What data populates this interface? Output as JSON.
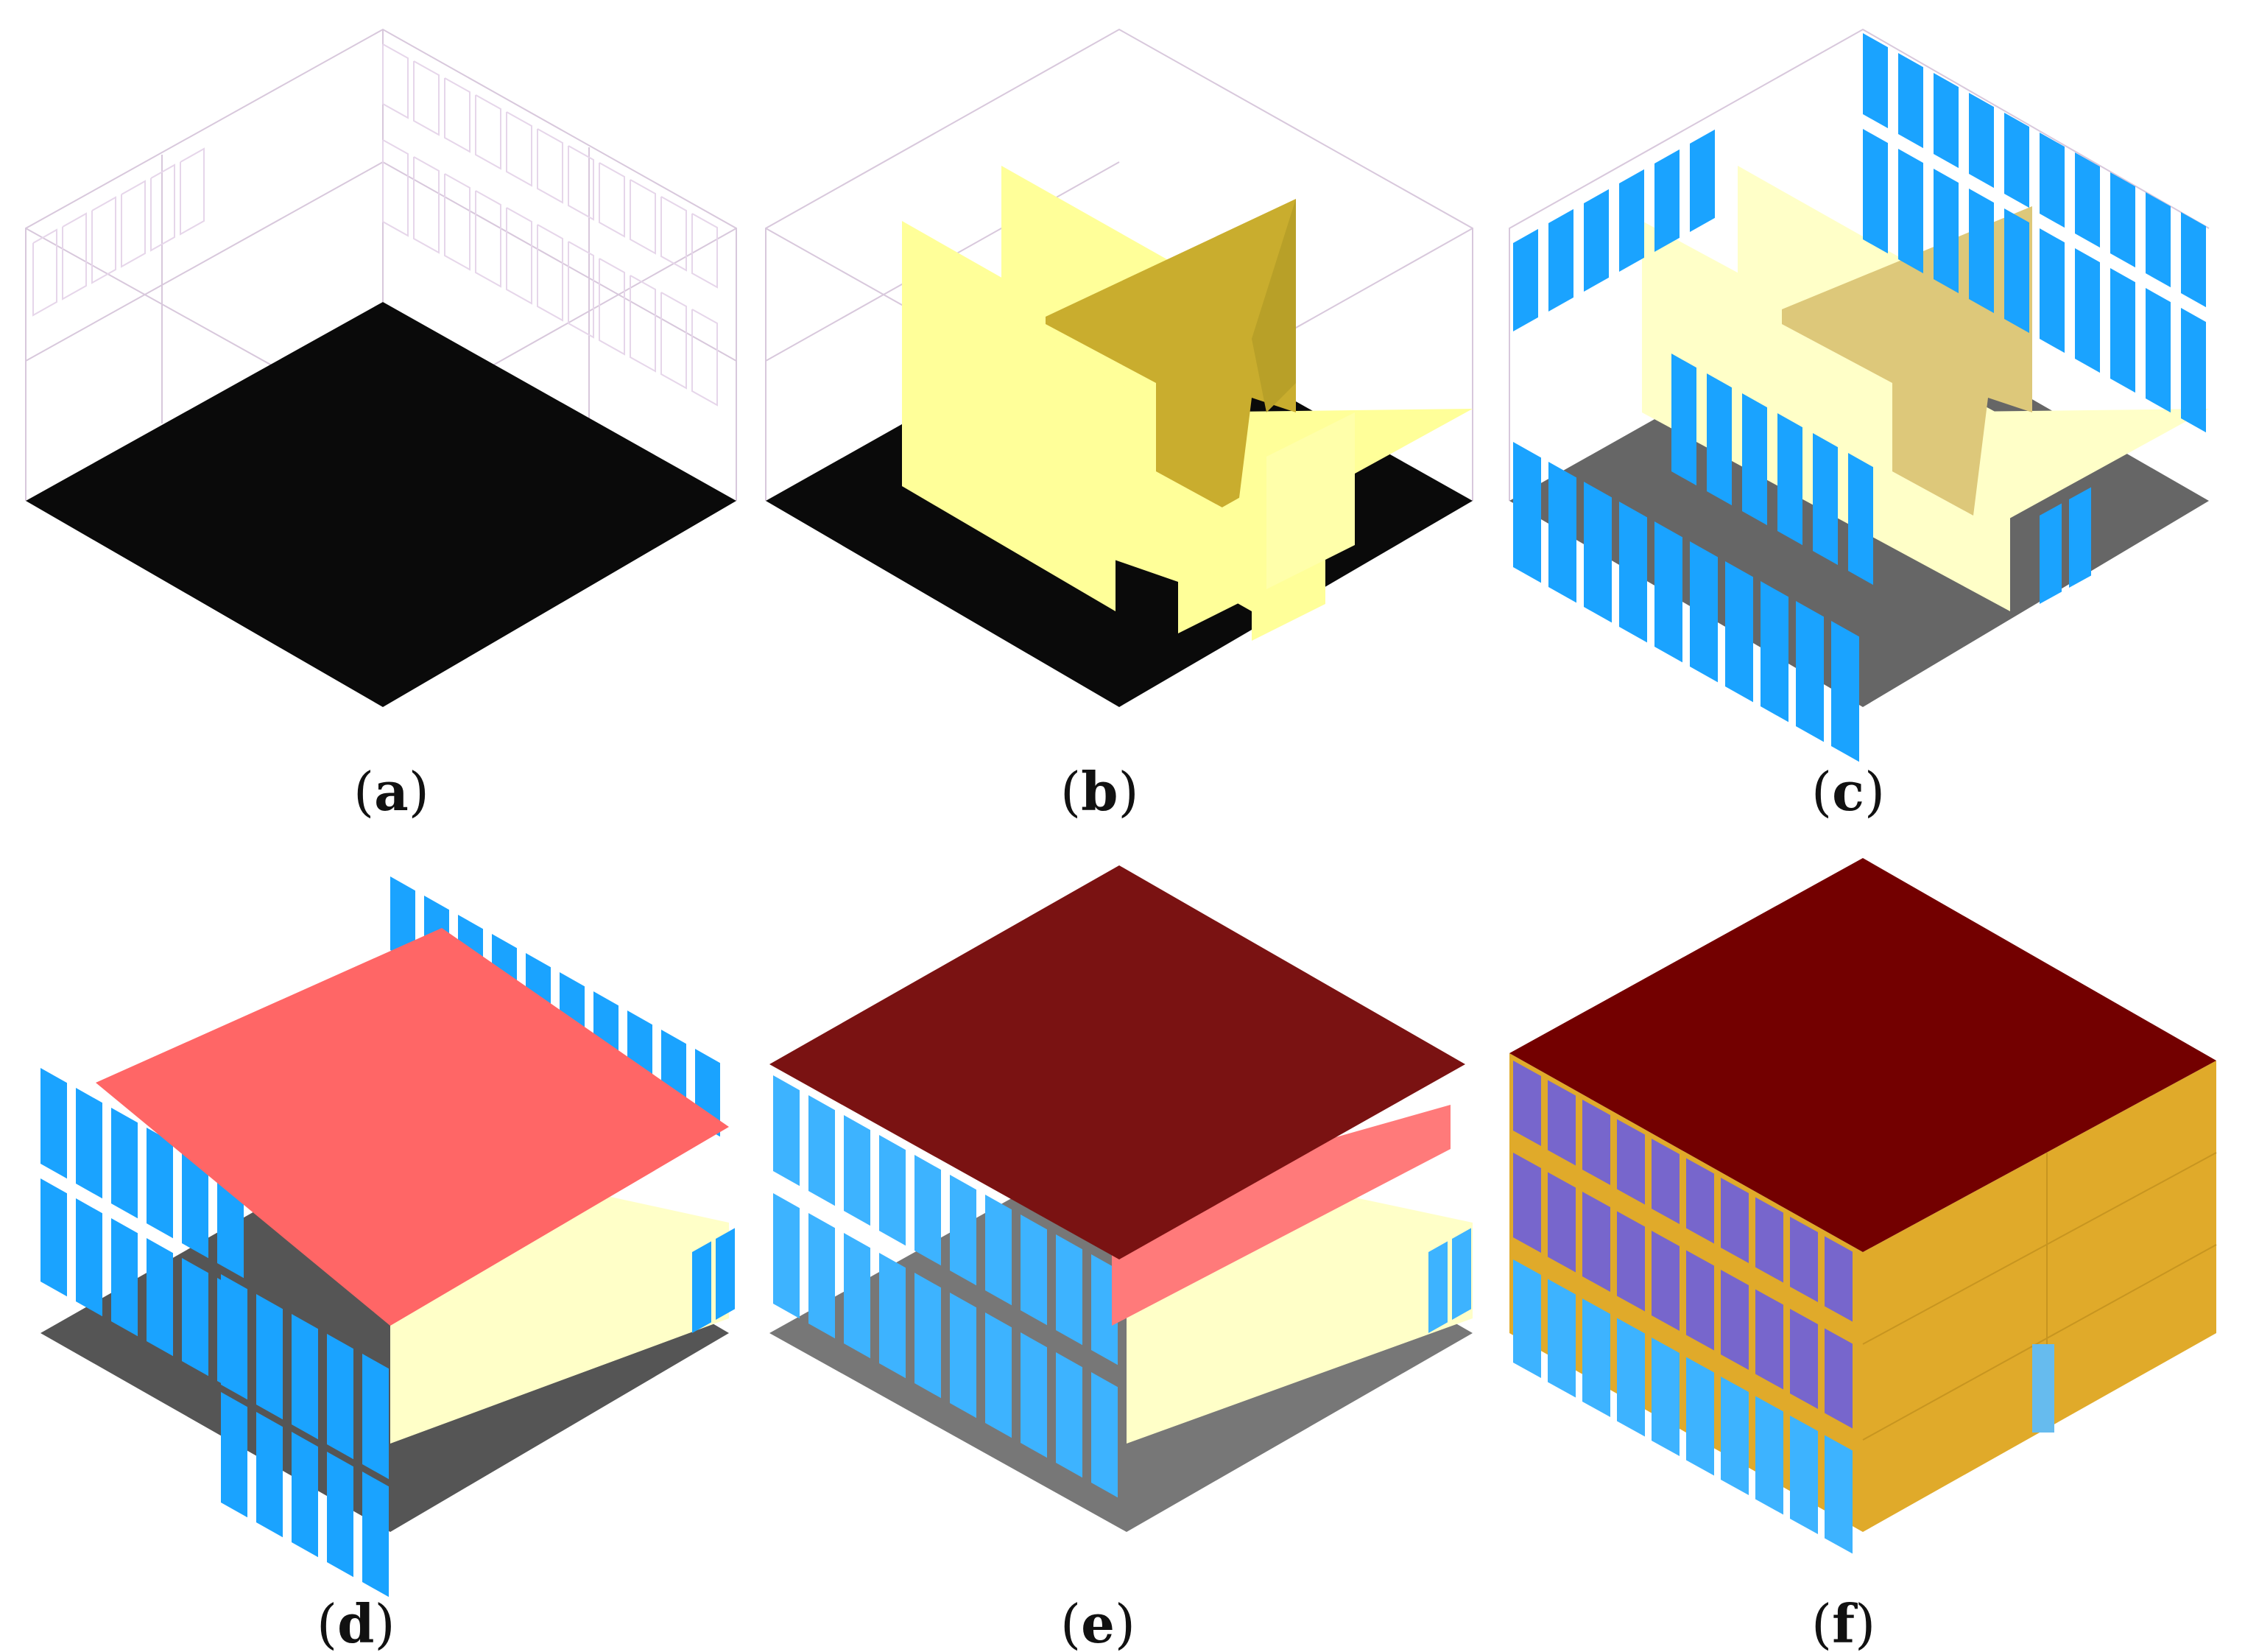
{
  "colors": {
    "background": "#ffffff",
    "ground": "#0a0a0a",
    "ground_shaded": "#666666",
    "ground_shaded_dark": "#4d4d4d",
    "wireframe": "#d8c8dc",
    "wall_light": "#ffff99",
    "wall_pale": "#ffffc8",
    "wall_dark": "#c9ad2e",
    "wall_dark_pale": "#ddc87a",
    "window_blue": "#1aa3ff",
    "window_blue_light": "#3db3ff",
    "slab_pink": "#ff6666",
    "slab_pink_light": "#ff7a7a",
    "roof_dark": "#7a1212",
    "roof_darker": "#730000",
    "facade_orange": "#e0aa2a",
    "facade_orange_dark": "#d19a18",
    "louver_purple": "#7766cc"
  },
  "panels": [
    {
      "id": "a",
      "caption": "(a)",
      "stage": "ground-floor-and-wireframe"
    },
    {
      "id": "b",
      "caption": "(b)",
      "stage": "interior-walls"
    },
    {
      "id": "c",
      "caption": "(c)",
      "stage": "windows-added"
    },
    {
      "id": "d",
      "caption": "(d)",
      "stage": "intermediate-slab"
    },
    {
      "id": "e",
      "caption": "(e)",
      "stage": "roof-added"
    },
    {
      "id": "f",
      "caption": "(f)",
      "stage": "complete-facade"
    }
  ],
  "captions": {
    "a": {
      "open": "(",
      "letter": "a",
      "close": ")"
    },
    "b": {
      "open": "(",
      "letter": "b",
      "close": ")"
    },
    "c": {
      "open": "(",
      "letter": "c",
      "close": ")"
    },
    "d": {
      "open": "(",
      "letter": "d",
      "close": ")"
    },
    "e": {
      "open": "(",
      "letter": "e",
      "close": ")"
    },
    "f": {
      "open": "(",
      "letter": "f",
      "close": ")"
    }
  }
}
